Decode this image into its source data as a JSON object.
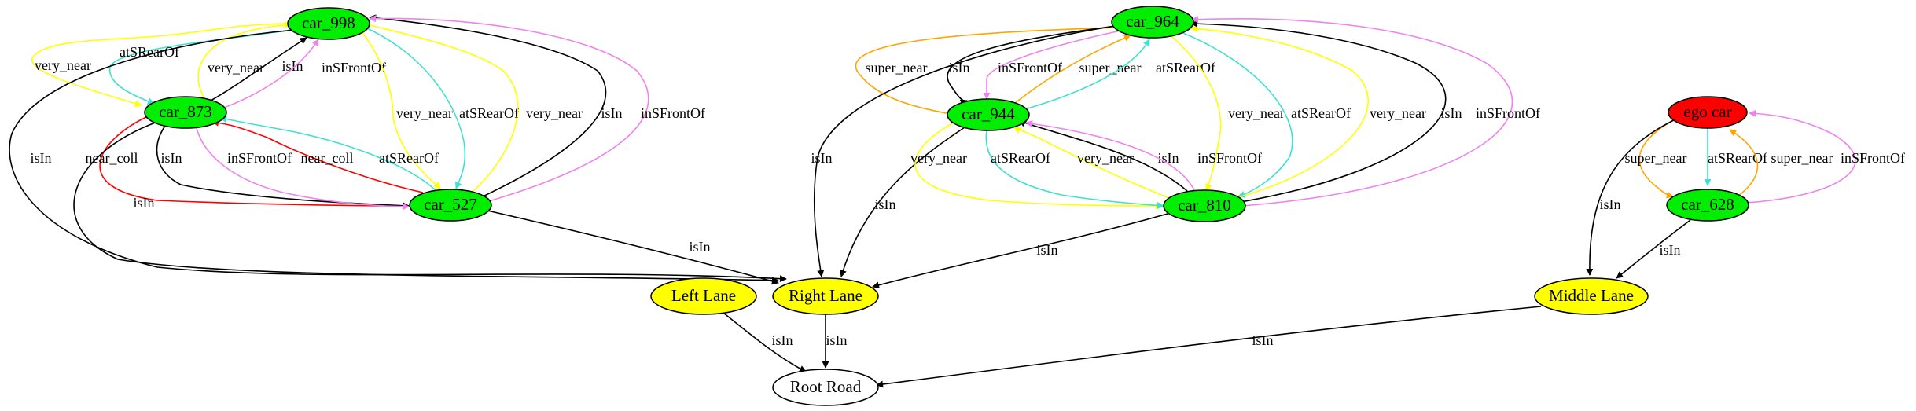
{
  "colors": {
    "car": "#00ee00",
    "lane": "#ffff00",
    "ego": "#ff0000",
    "road": "#ffffff",
    "isIn": "#000000",
    "very_near": "#ffff00",
    "super_near": "#ffa500",
    "near_coll": "#ff0000",
    "atSRearOf": "#40e0d0",
    "inSFrontOf": "#ee82ee"
  },
  "nodes": [
    {
      "id": "car_998",
      "label": "car_998",
      "kind": "car"
    },
    {
      "id": "car_873",
      "label": "car_873",
      "kind": "car"
    },
    {
      "id": "car_527",
      "label": "car_527",
      "kind": "car"
    },
    {
      "id": "car_964",
      "label": "car_964",
      "kind": "car"
    },
    {
      "id": "car_944",
      "label": "car_944",
      "kind": "car"
    },
    {
      "id": "car_810",
      "label": "car_810",
      "kind": "car"
    },
    {
      "id": "ego_car",
      "label": "ego car",
      "kind": "ego"
    },
    {
      "id": "car_628",
      "label": "car_628",
      "kind": "car"
    },
    {
      "id": "left_lane",
      "label": "Left Lane",
      "kind": "lane"
    },
    {
      "id": "right_lane",
      "label": "Right Lane",
      "kind": "lane"
    },
    {
      "id": "middle_lane",
      "label": "Middle Lane",
      "kind": "lane"
    },
    {
      "id": "root_road",
      "label": "Root Road",
      "kind": "road"
    }
  ],
  "edges": [
    {
      "id": "e1",
      "source": "car_998",
      "target": "car_873",
      "label": "very_near",
      "relation": "very_near"
    },
    {
      "id": "e2",
      "source": "car_998",
      "target": "car_873",
      "label": "atSRearOf",
      "relation": "atSRearOf"
    },
    {
      "id": "e3",
      "source": "car_873",
      "target": "car_998",
      "label": "very_near",
      "relation": "very_near"
    },
    {
      "id": "e4",
      "source": "car_873",
      "target": "car_998",
      "label": "isIn",
      "relation": "isIn"
    },
    {
      "id": "e5",
      "source": "car_873",
      "target": "car_998",
      "label": "inSFrontOf",
      "relation": "inSFrontOf"
    },
    {
      "id": "e6",
      "source": "car_998",
      "target": "right_lane",
      "label": "isIn",
      "relation": "isIn"
    },
    {
      "id": "e7",
      "source": "car_998",
      "target": "car_527",
      "label": "very_near",
      "relation": "very_near"
    },
    {
      "id": "e8",
      "source": "car_998",
      "target": "car_527",
      "label": "atSRearOf",
      "relation": "atSRearOf"
    },
    {
      "id": "e9",
      "source": "car_527",
      "target": "car_998",
      "label": "very_near",
      "relation": "very_near"
    },
    {
      "id": "e10",
      "source": "car_527",
      "target": "car_998",
      "label": "isIn",
      "relation": "isIn"
    },
    {
      "id": "e11",
      "source": "car_527",
      "target": "car_998",
      "label": "inSFrontOf",
      "relation": "inSFrontOf"
    },
    {
      "id": "e12",
      "source": "car_873",
      "target": "car_527",
      "label": "near_coll",
      "relation": "near_coll"
    },
    {
      "id": "e13",
      "source": "car_873",
      "target": "right_lane",
      "label": "isIn",
      "relation": "isIn"
    },
    {
      "id": "e14",
      "source": "car_873",
      "target": "car_527",
      "label": "isIn",
      "relation": "isIn"
    },
    {
      "id": "e15",
      "source": "car_873",
      "target": "car_527",
      "label": "inSFrontOf",
      "relation": "inSFrontOf"
    },
    {
      "id": "e16",
      "source": "car_527",
      "target": "car_873",
      "label": "near_coll",
      "relation": "near_coll"
    },
    {
      "id": "e17",
      "source": "car_527",
      "target": "car_873",
      "label": "atSRearOf",
      "relation": "atSRearOf"
    },
    {
      "id": "e18",
      "source": "car_527",
      "target": "right_lane",
      "label": "isIn",
      "relation": "isIn"
    },
    {
      "id": "e19",
      "source": "car_964",
      "target": "car_944",
      "label": "super_near",
      "relation": "super_near"
    },
    {
      "id": "e20",
      "source": "car_964",
      "target": "car_944",
      "label": "isIn",
      "relation": "isIn"
    },
    {
      "id": "e21",
      "source": "car_964",
      "target": "car_944",
      "label": "inSFrontOf",
      "relation": "inSFrontOf"
    },
    {
      "id": "e22",
      "source": "car_944",
      "target": "car_964",
      "label": "super_near",
      "relation": "super_near"
    },
    {
      "id": "e23",
      "source": "car_944",
      "target": "car_964",
      "label": "atSRearOf",
      "relation": "atSRearOf"
    },
    {
      "id": "e24",
      "source": "car_964",
      "target": "right_lane",
      "label": "isIn",
      "relation": "isIn"
    },
    {
      "id": "e25",
      "source": "car_964",
      "target": "car_810",
      "label": "very_near",
      "relation": "very_near"
    },
    {
      "id": "e26",
      "source": "car_964",
      "target": "car_810",
      "label": "atSRearOf",
      "relation": "atSRearOf"
    },
    {
      "id": "e27",
      "source": "car_810",
      "target": "car_964",
      "label": "very_near",
      "relation": "very_near"
    },
    {
      "id": "e28",
      "source": "car_810",
      "target": "car_964",
      "label": "isIn",
      "relation": "isIn"
    },
    {
      "id": "e29",
      "source": "car_810",
      "target": "car_964",
      "label": "inSFrontOf",
      "relation": "inSFrontOf"
    },
    {
      "id": "e30",
      "source": "car_944",
      "target": "right_lane",
      "label": "isIn",
      "relation": "isIn"
    },
    {
      "id": "e31",
      "source": "car_944",
      "target": "car_810",
      "label": "very_near",
      "relation": "very_near"
    },
    {
      "id": "e32",
      "source": "car_944",
      "target": "car_810",
      "label": "atSRearOf",
      "relation": "atSRearOf"
    },
    {
      "id": "e33",
      "source": "car_810",
      "target": "car_944",
      "label": "very_near",
      "relation": "very_near"
    },
    {
      "id": "e34",
      "source": "car_810",
      "target": "car_944",
      "label": "isIn",
      "relation": "isIn"
    },
    {
      "id": "e35",
      "source": "car_810",
      "target": "car_944",
      "label": "inSFrontOf",
      "relation": "inSFrontOf"
    },
    {
      "id": "e36",
      "source": "car_810",
      "target": "right_lane",
      "label": "isIn",
      "relation": "isIn"
    },
    {
      "id": "e37",
      "source": "ego_car",
      "target": "car_628",
      "label": "super_near",
      "relation": "super_near"
    },
    {
      "id": "e38",
      "source": "ego_car",
      "target": "car_628",
      "label": "atSRearOf",
      "relation": "atSRearOf"
    },
    {
      "id": "e39",
      "source": "car_628",
      "target": "ego_car",
      "label": "super_near",
      "relation": "super_near"
    },
    {
      "id": "e40",
      "source": "car_628",
      "target": "ego_car",
      "label": "inSFrontOf",
      "relation": "inSFrontOf"
    },
    {
      "id": "e41",
      "source": "ego_car",
      "target": "middle_lane",
      "label": "isIn",
      "relation": "isIn"
    },
    {
      "id": "e42",
      "source": "car_628",
      "target": "middle_lane",
      "label": "isIn",
      "relation": "isIn"
    },
    {
      "id": "e43",
      "source": "left_lane",
      "target": "root_road",
      "label": "isIn",
      "relation": "isIn"
    },
    {
      "id": "e44",
      "source": "right_lane",
      "target": "root_road",
      "label": "isIn",
      "relation": "isIn"
    },
    {
      "id": "e45",
      "source": "middle_lane",
      "target": "root_road",
      "label": "isIn",
      "relation": "isIn"
    }
  ]
}
